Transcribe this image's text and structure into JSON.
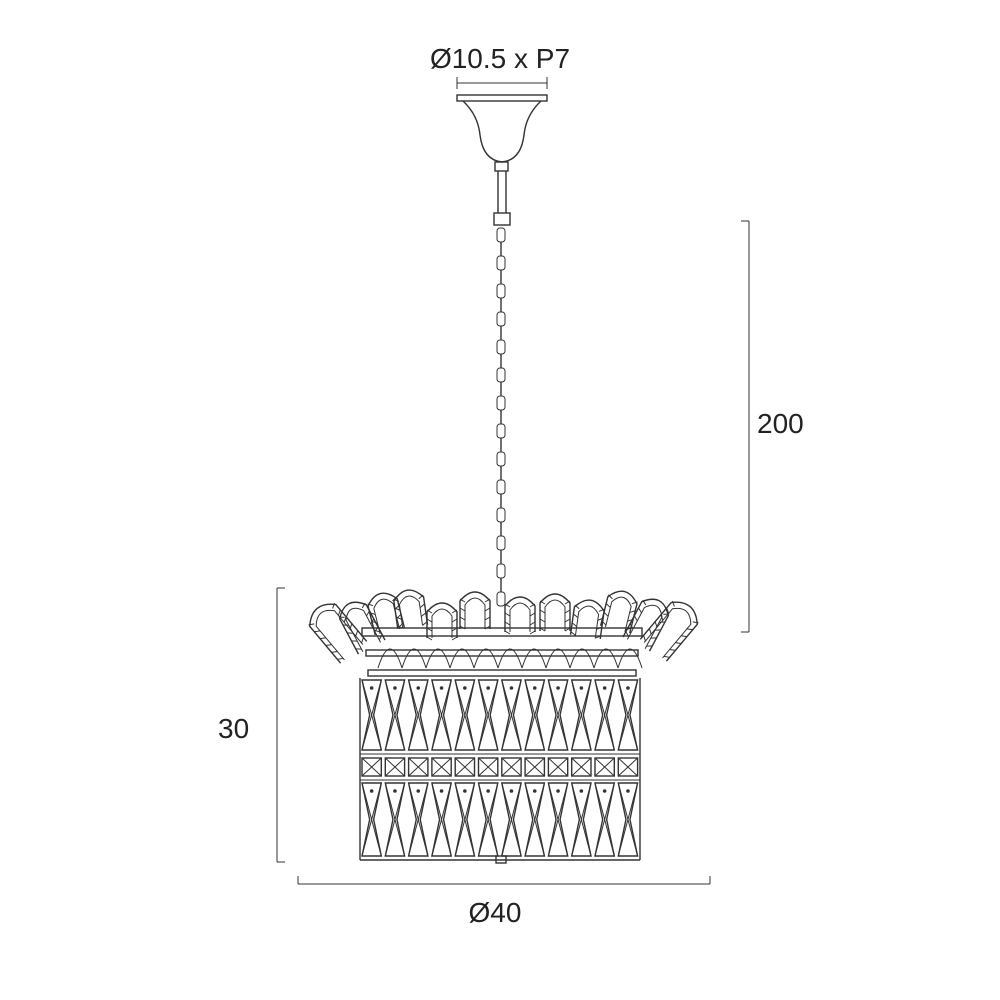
{
  "dimensions": {
    "canopy": "Ø10.5 x P7",
    "drop_height": "200",
    "body_height": "30",
    "diameter": "Ø40"
  },
  "colors": {
    "line": "#333333",
    "background": "#ffffff"
  }
}
